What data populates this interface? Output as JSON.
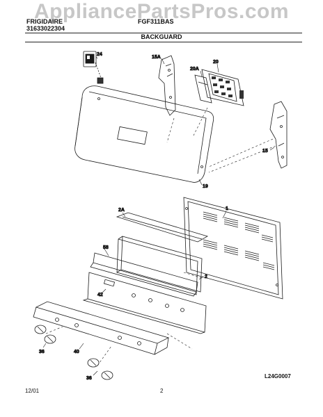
{
  "watermark": "AppliancePartsPros.com",
  "header": {
    "left_line1": "FRIGIDAIRE",
    "left_line2": "31633022304",
    "center": "FGF311BAS",
    "title": "BACKGUARD"
  },
  "callouts": {
    "p24": "24",
    "p15a": "15A",
    "p20": "20",
    "p20a": "20A",
    "p15": "15",
    "p19": "19",
    "p2a": "2A",
    "p1": "1",
    "p58": "58",
    "p2": "2",
    "p42": "42",
    "p40": "40",
    "p36a": "36",
    "p36b": "36"
  },
  "footer": {
    "date": "12/01",
    "page": "2",
    "drawing_code": "L24G0007"
  },
  "colors": {
    "line": "#1a1a1a",
    "watermark": "#9a9a9a"
  }
}
